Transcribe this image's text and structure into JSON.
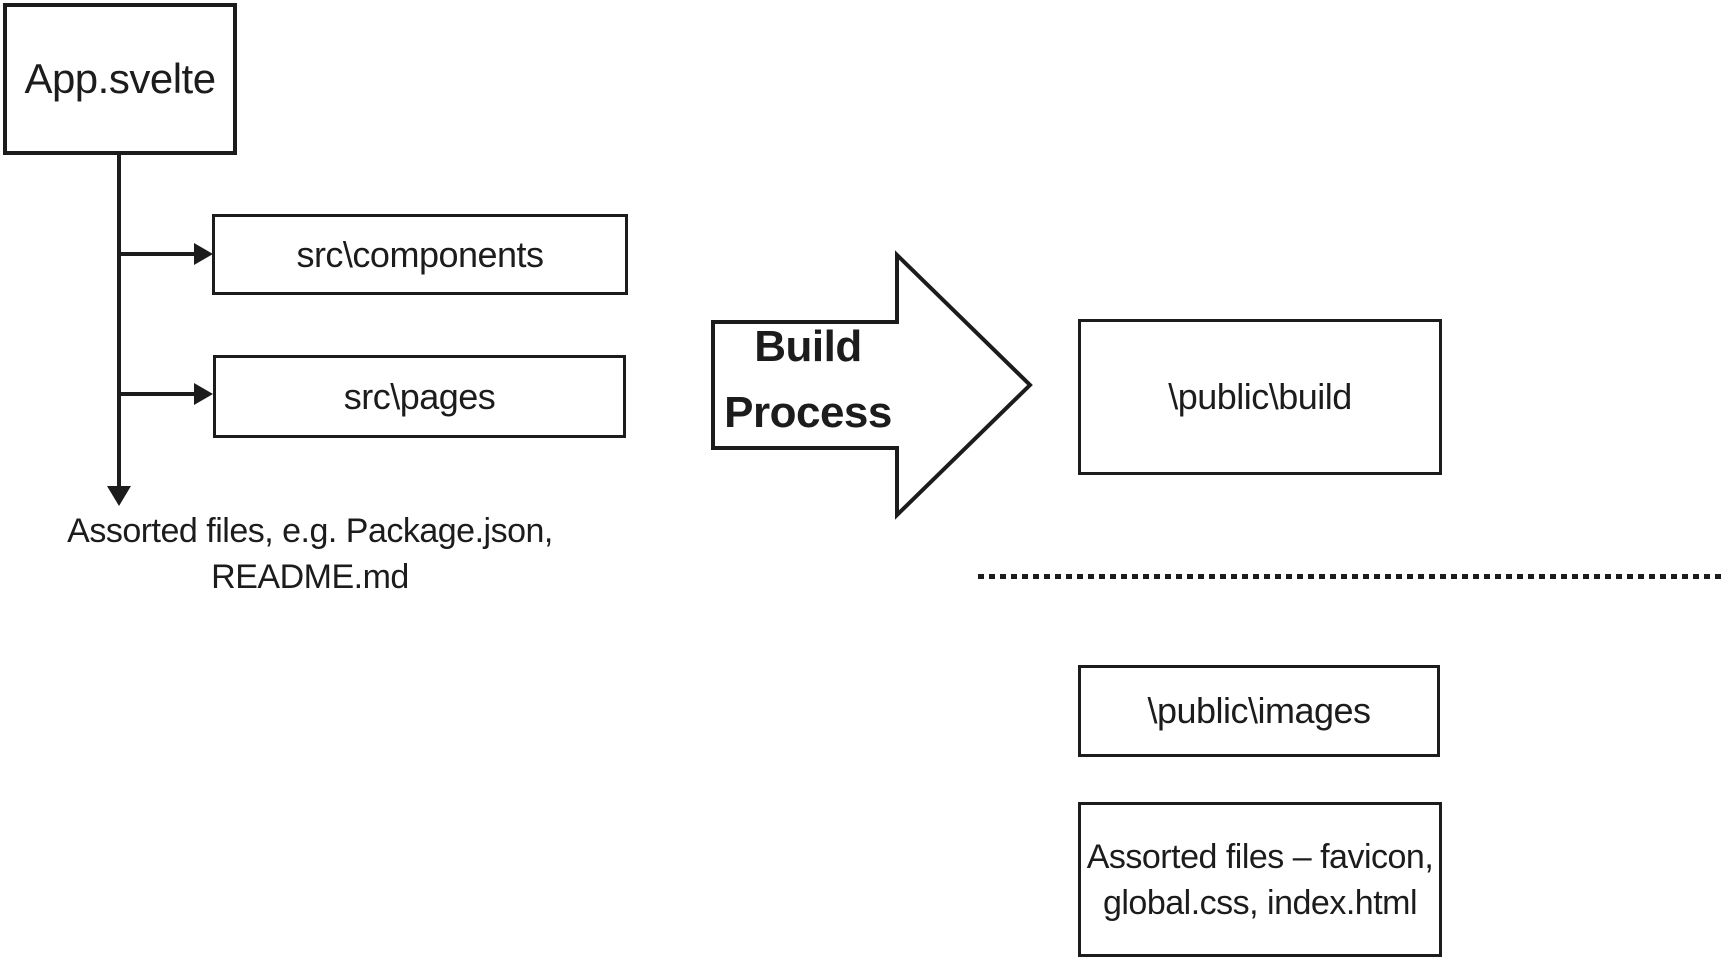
{
  "diagram": {
    "source_tree": {
      "root_label": "App.svelte",
      "folders": [
        {
          "label": "src\\components"
        },
        {
          "label": "src\\pages"
        }
      ],
      "assorted_note": {
        "line1": "Assorted files, e.g. Package.json,",
        "line2": "README.md"
      }
    },
    "process_arrow": {
      "line1": "Build",
      "line2": "Process"
    },
    "output_tree": {
      "build_label": "\\public\\build",
      "images_label": "\\public\\images",
      "assorted_box": {
        "line1": "Assorted files – favicon,",
        "line2": "global.css, index.html"
      }
    },
    "colors": {
      "ink": "#1c1c1c",
      "background": "#ffffff"
    }
  }
}
